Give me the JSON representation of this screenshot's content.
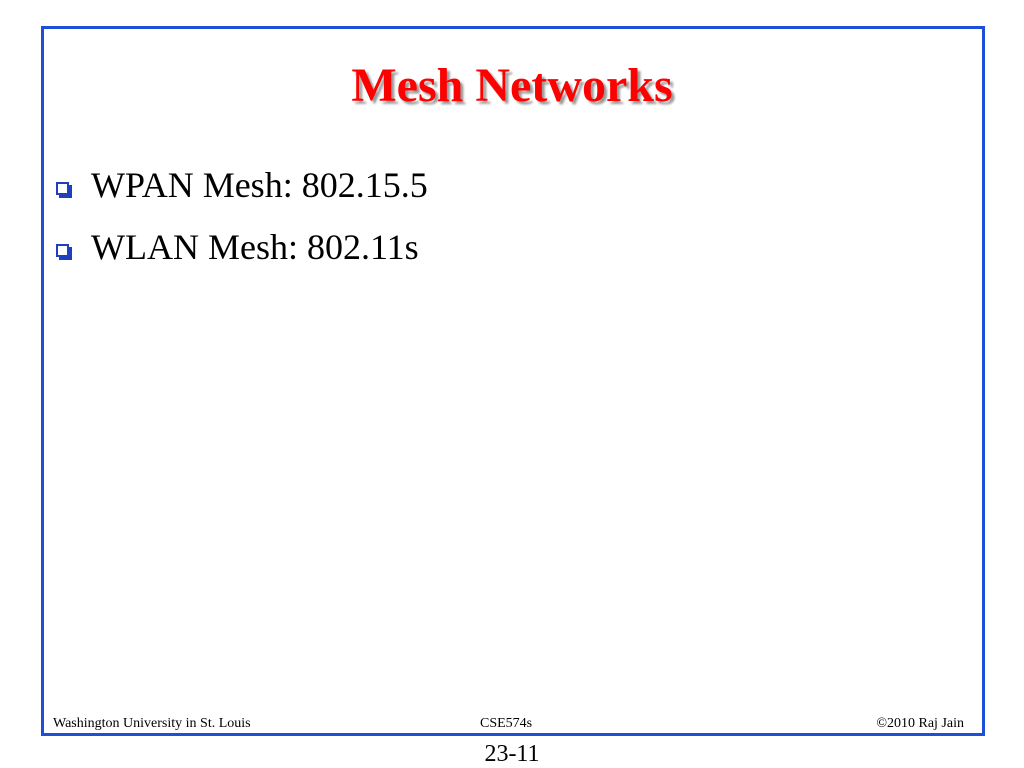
{
  "slide": {
    "title": "Mesh Networks",
    "bullets": [
      {
        "text": "WPAN Mesh: 802.15.5"
      },
      {
        "text": "WLAN Mesh: 802.11s"
      }
    ]
  },
  "footer": {
    "left": "Washington University in St. Louis",
    "center": "CSE574s",
    "right": "©2010 Raj Jain"
  },
  "page_number": "23-11",
  "colors": {
    "frame_border": "#1f4fd6",
    "title": "#ff0000",
    "bullet_marker": "#1f3fbf"
  },
  "icons": {
    "bullet": "hollow-square-bullet-icon"
  }
}
